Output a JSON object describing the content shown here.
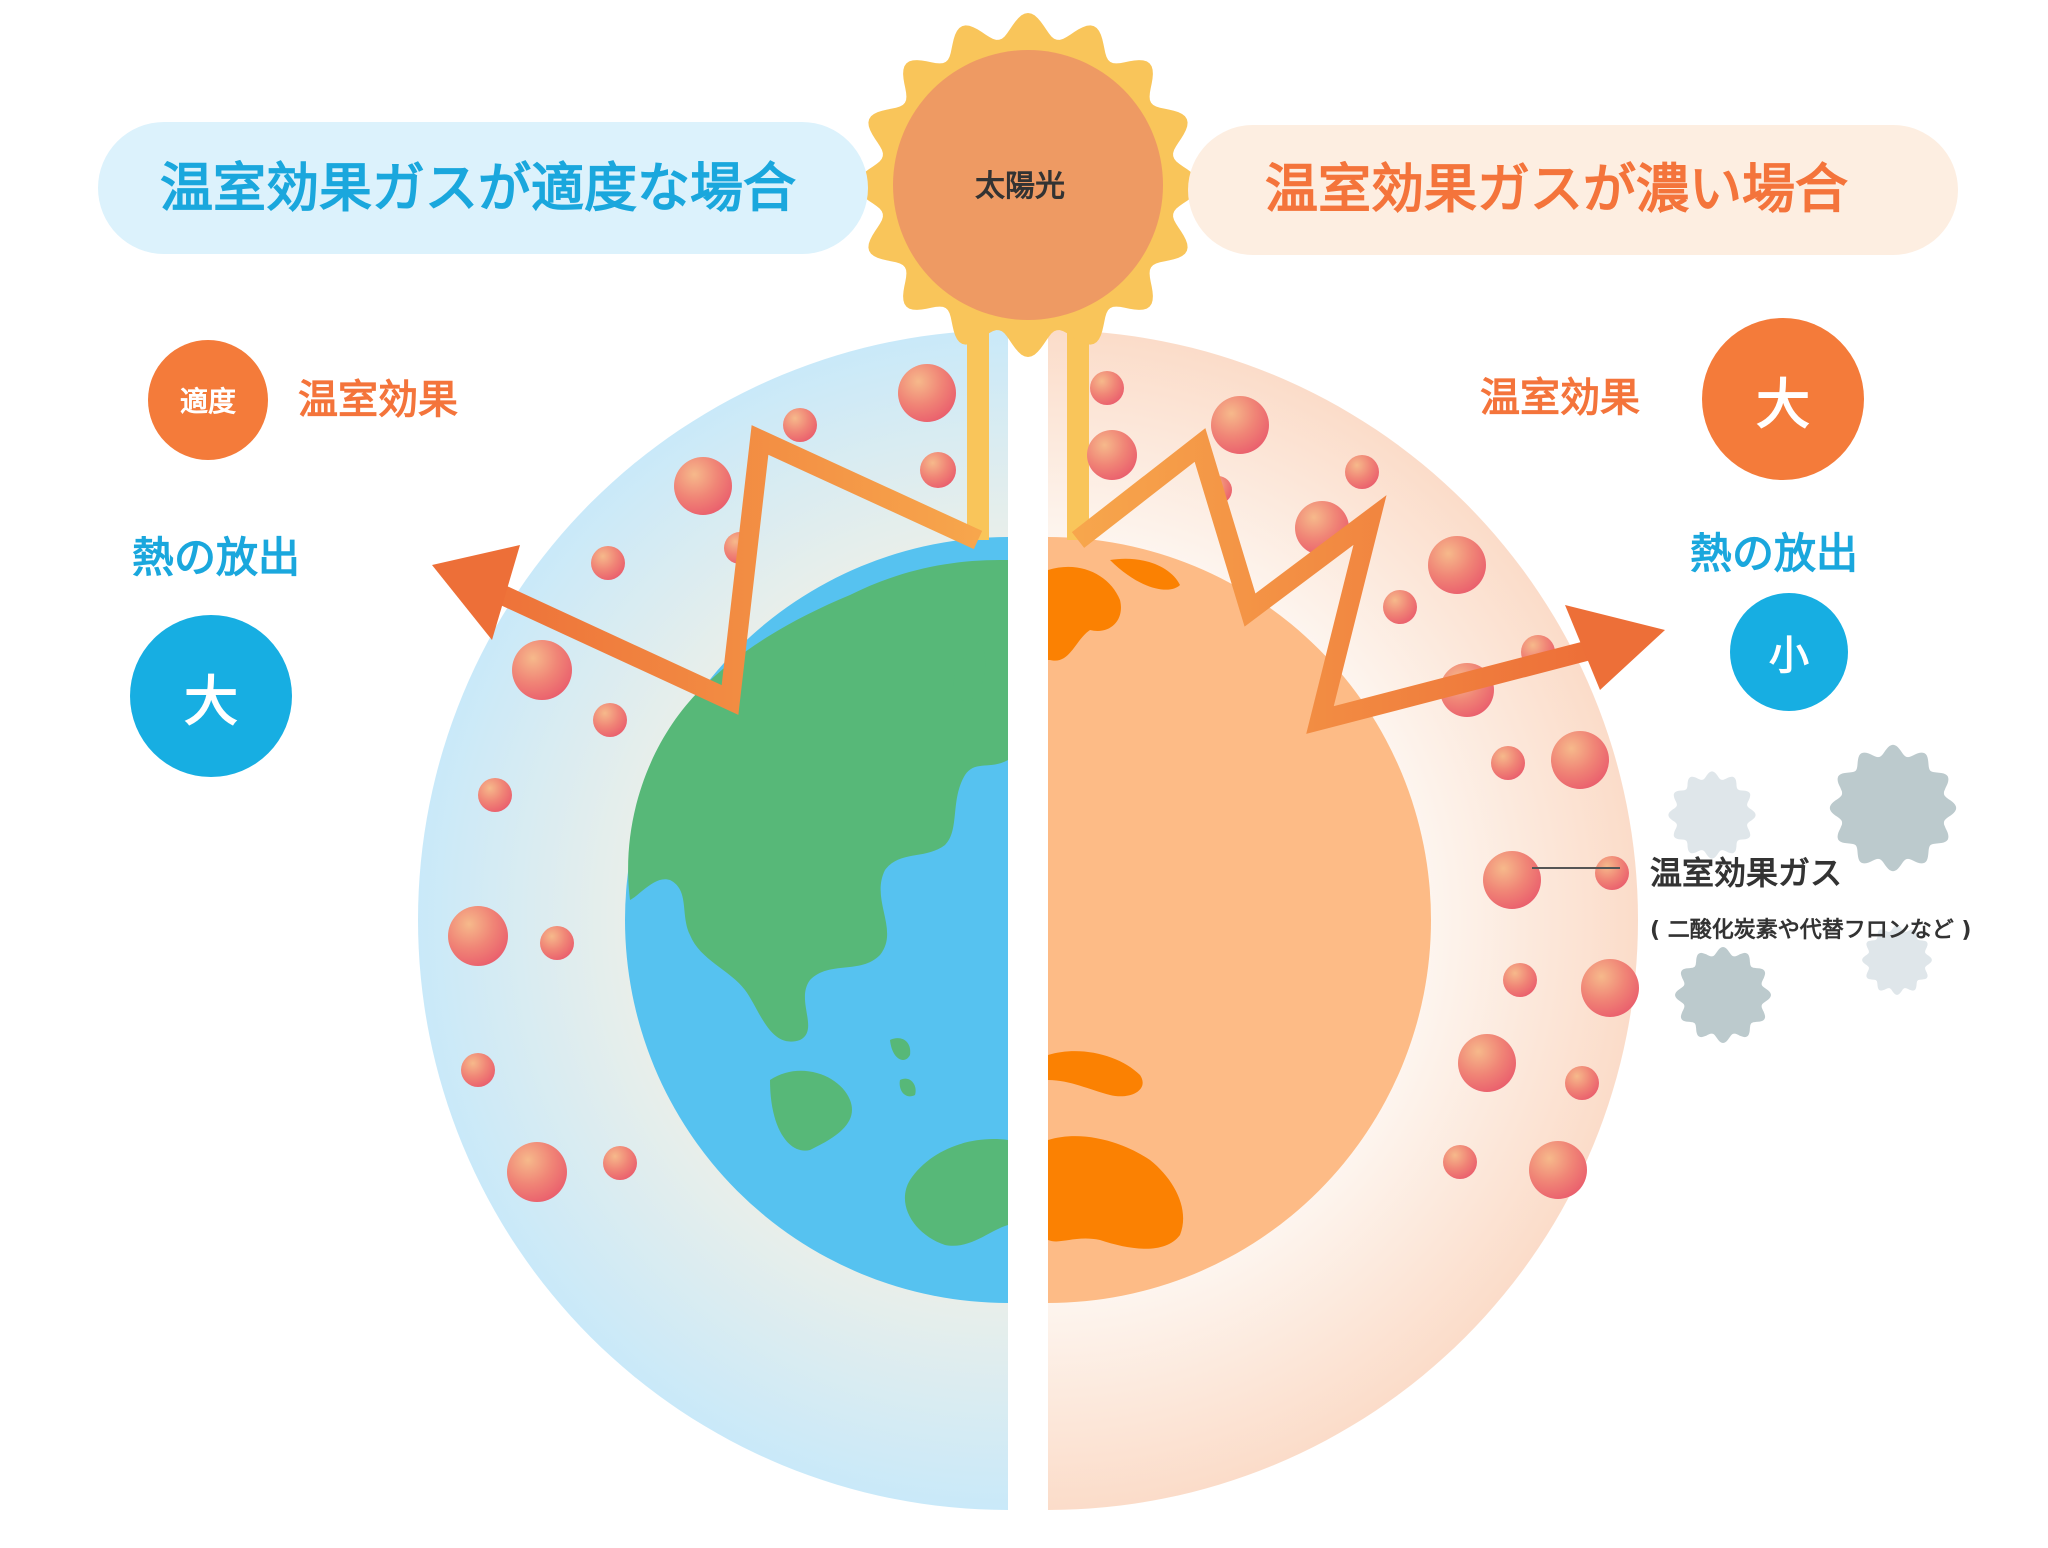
{
  "header": {
    "left_title": "温室効果ガスが適度な場合",
    "right_title": "温室効果ガスが濃い場合",
    "sun_label": "太陽光"
  },
  "left_panel": {
    "badge": "適度",
    "greenhouse_label": "温室効果",
    "heat_label": "熱の放出",
    "heat_value": "大"
  },
  "right_panel": {
    "greenhouse_label": "温室効果",
    "greenhouse_value": "大",
    "heat_label": "熱の放出",
    "heat_value": "小"
  },
  "legend": {
    "gas_label": "温室効果ガス",
    "gas_examples": "( 二酸化炭素や代替フロンなど )"
  },
  "colors": {
    "blue": "#1aa7dd",
    "orange": "#f4743b",
    "sun": "#ee9a63",
    "sun_ray": "#f9c55a",
    "earth_ocean": "#56c2f0",
    "earth_land": "#57b878",
    "hot_earth": "#fdbb86",
    "hot_land": "#fb8102",
    "gas": "#ee6f70"
  }
}
